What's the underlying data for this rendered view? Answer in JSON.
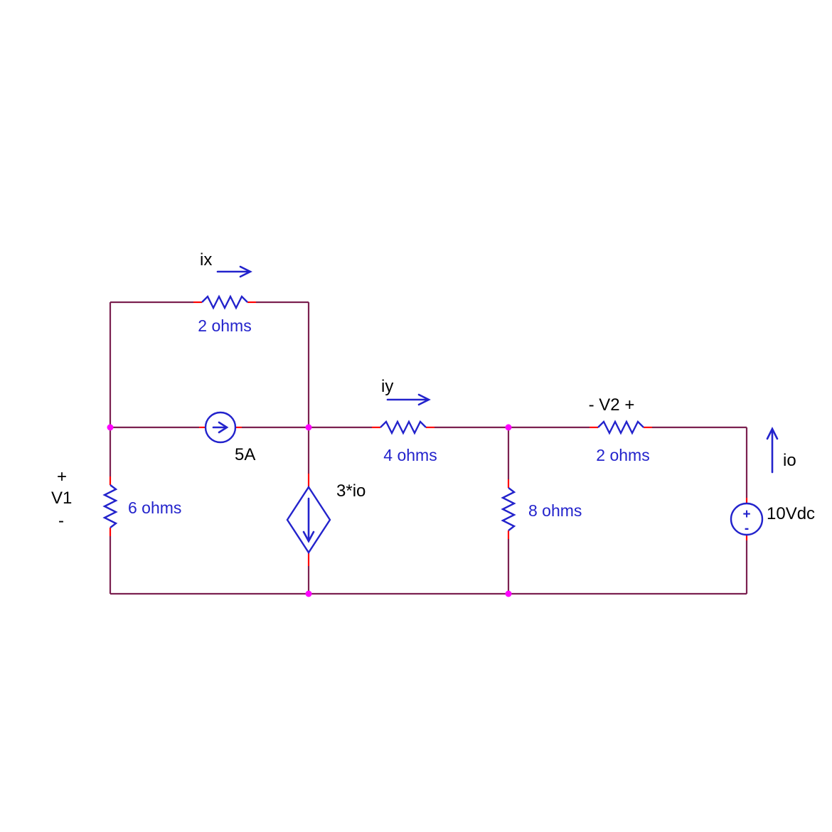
{
  "diagram_type": "circuit-schematic",
  "colors": {
    "wire": "#7b2150",
    "pin_lead": "#ff0000",
    "component": "#2323cc",
    "junction_dot": "#ff00ff",
    "value_text": "#2323cc",
    "annotation_text": "#000000",
    "background": "#ffffff"
  },
  "components": {
    "r_top": {
      "value": "2 ohms",
      "current_label": "ix"
    },
    "r_mid": {
      "value": "4 ohms",
      "current_label": "iy"
    },
    "r_right": {
      "value": "2 ohms",
      "voltage_label": "- V2 +"
    },
    "r_left": {
      "value": "6 ohms"
    },
    "r_8": {
      "value": "8 ohms"
    },
    "current_source": {
      "value": "5A"
    },
    "dependent_source": {
      "value": "3*io"
    },
    "voltage_source": {
      "value": "10Vdc",
      "plus": "+",
      "minus": "-",
      "current_label": "io"
    },
    "v1": {
      "plus": "+",
      "name": "V1",
      "minus": "-"
    }
  }
}
